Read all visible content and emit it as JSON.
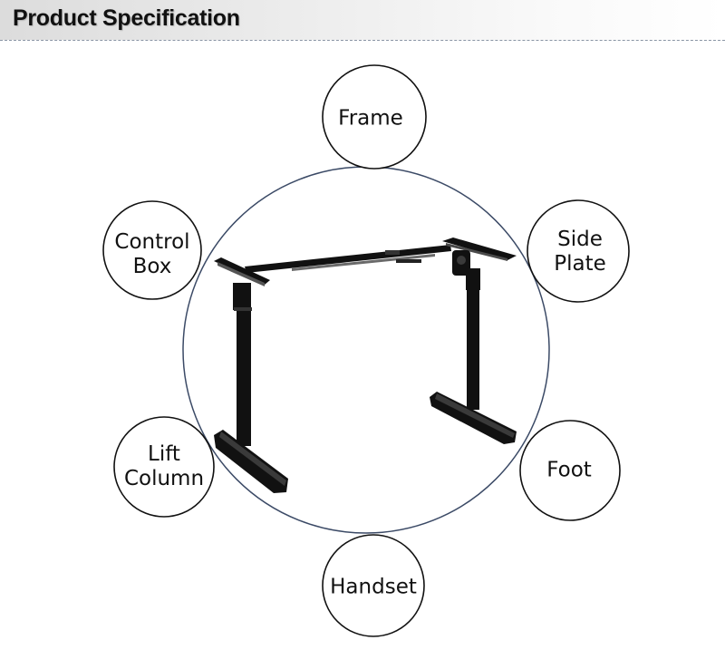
{
  "header": {
    "title": "Product Specification"
  },
  "callouts": {
    "frame": "Frame",
    "control_box": "Control\nBox",
    "side_plate": "Side\nPlate",
    "lift_column": "Lift\nColumn",
    "foot": "Foot",
    "handset": "Handset"
  },
  "colors": {
    "frame_metal": "#111111",
    "ring": "#3b4a66"
  }
}
